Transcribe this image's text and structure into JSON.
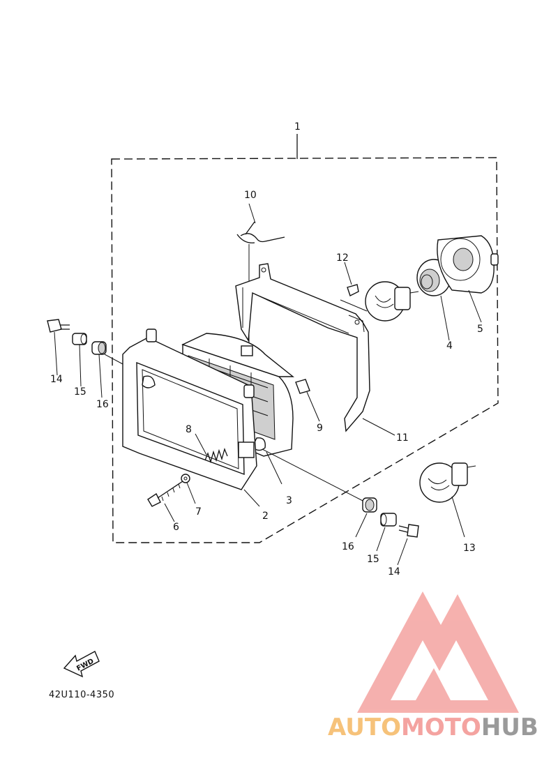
{
  "diagram": {
    "callouts": {
      "c1": "1",
      "c2": "2",
      "c3": "3",
      "c4": "4",
      "c5": "5",
      "c6": "6",
      "c7": "7",
      "c8": "8",
      "c9": "9",
      "c10": "10",
      "c11": "11",
      "c12": "12",
      "c13": "13",
      "c14_left": "14",
      "c15_left": "15",
      "c16_left": "16",
      "c14_right": "14",
      "c15_right": "15",
      "c16_right": "16"
    },
    "fwd_label": "FWD",
    "part_code": "42U110-4350"
  },
  "watermark": {
    "word_part1": "AUTO",
    "word_part2": "MOTO",
    "word_part3": "HUB",
    "colors": {
      "auto": "#f6c27a",
      "moto": "#f4a3a0",
      "hub": "#9a9a9a",
      "logo": "#f4a3a0"
    }
  }
}
